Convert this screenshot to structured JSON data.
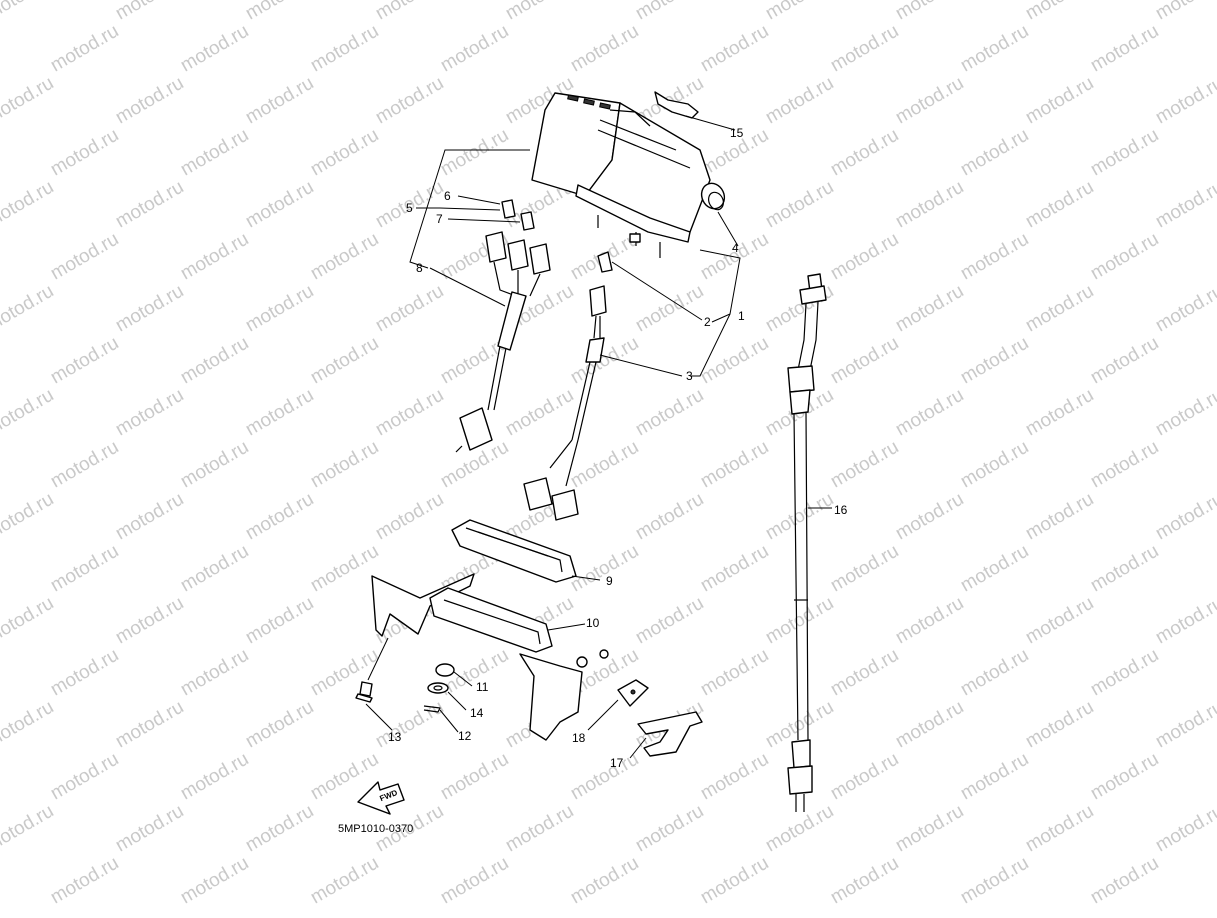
{
  "watermark": "motod.ru",
  "drawing_code": "5MP1010-0370",
  "fwd_label": "FWD",
  "callouts": [
    {
      "id": "1",
      "text": "1"
    },
    {
      "id": "2",
      "text": "2"
    },
    {
      "id": "3",
      "text": "3"
    },
    {
      "id": "4",
      "text": "4"
    },
    {
      "id": "5",
      "text": "5"
    },
    {
      "id": "6",
      "text": "6"
    },
    {
      "id": "7",
      "text": "7"
    },
    {
      "id": "8",
      "text": "8"
    },
    {
      "id": "9",
      "text": "9"
    },
    {
      "id": "10",
      "text": "10"
    },
    {
      "id": "11",
      "text": "11"
    },
    {
      "id": "12",
      "text": "12"
    },
    {
      "id": "13",
      "text": "13"
    },
    {
      "id": "14",
      "text": "14"
    },
    {
      "id": "15",
      "text": "15"
    },
    {
      "id": "16",
      "text": "16"
    },
    {
      "id": "17",
      "text": "17"
    },
    {
      "id": "18",
      "text": "18"
    }
  ]
}
